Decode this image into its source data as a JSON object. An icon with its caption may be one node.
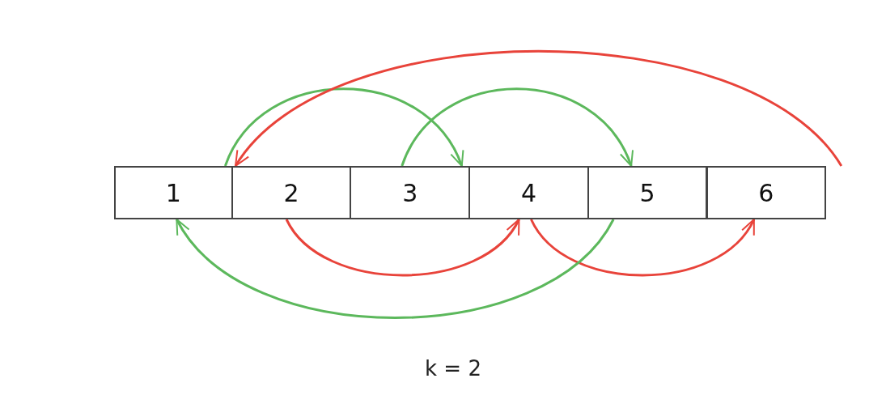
{
  "diagram": {
    "nodes": [
      {
        "text": [
          "1"
        ]
      },
      {
        "text": [
          "2"
        ]
      },
      {
        "text": [
          "3"
        ]
      },
      {
        "text": [
          "4"
        ]
      },
      {
        "text": [
          "5"
        ]
      },
      {
        "text": [
          "6"
        ]
      }
    ],
    "edges": [
      {
        "from": 0,
        "to": 2,
        "arrow": "to",
        "color": "#5cb85c"
      },
      {
        "from": 2,
        "to": 4,
        "arrow": "to",
        "color": "#5cb85c"
      },
      {
        "from": 5,
        "to": 1,
        "arrow": "to",
        "color": "#e8433a"
      },
      {
        "from": 1,
        "to": 3,
        "arrow": "to",
        "color": "#e8433a"
      },
      {
        "from": 3,
        "to": 5,
        "arrow": "to",
        "color": "#e8433a"
      },
      {
        "from": 4,
        "to": 0,
        "arrow": "to",
        "color": "#5cb85c"
      }
    ],
    "labels": [
      "k = 2"
    ]
  }
}
